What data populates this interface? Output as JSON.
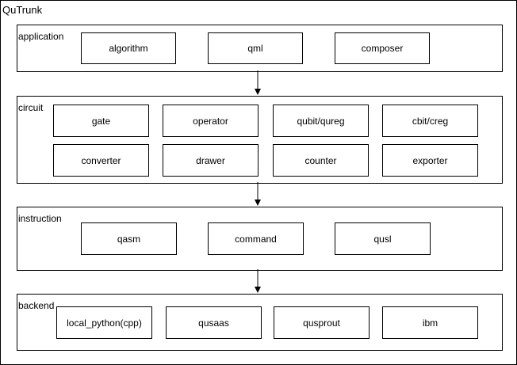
{
  "title": "QuTrunk",
  "layers": [
    {
      "key": "application",
      "label": "application",
      "boxes": [
        "algorithm",
        "qml",
        "composer"
      ]
    },
    {
      "key": "circuit",
      "label": "circuit",
      "boxes": [
        "gate",
        "operator",
        "qubit/qureg",
        "cbit/creg",
        "converter",
        "drawer",
        "counter",
        "exporter"
      ]
    },
    {
      "key": "instruction",
      "label": "instruction",
      "boxes": [
        "qasm",
        "command",
        "qusl"
      ]
    },
    {
      "key": "backend",
      "label": "backend",
      "boxes": [
        "local_python(cpp)",
        "qusaas",
        "qusprout",
        "ibm"
      ]
    }
  ]
}
